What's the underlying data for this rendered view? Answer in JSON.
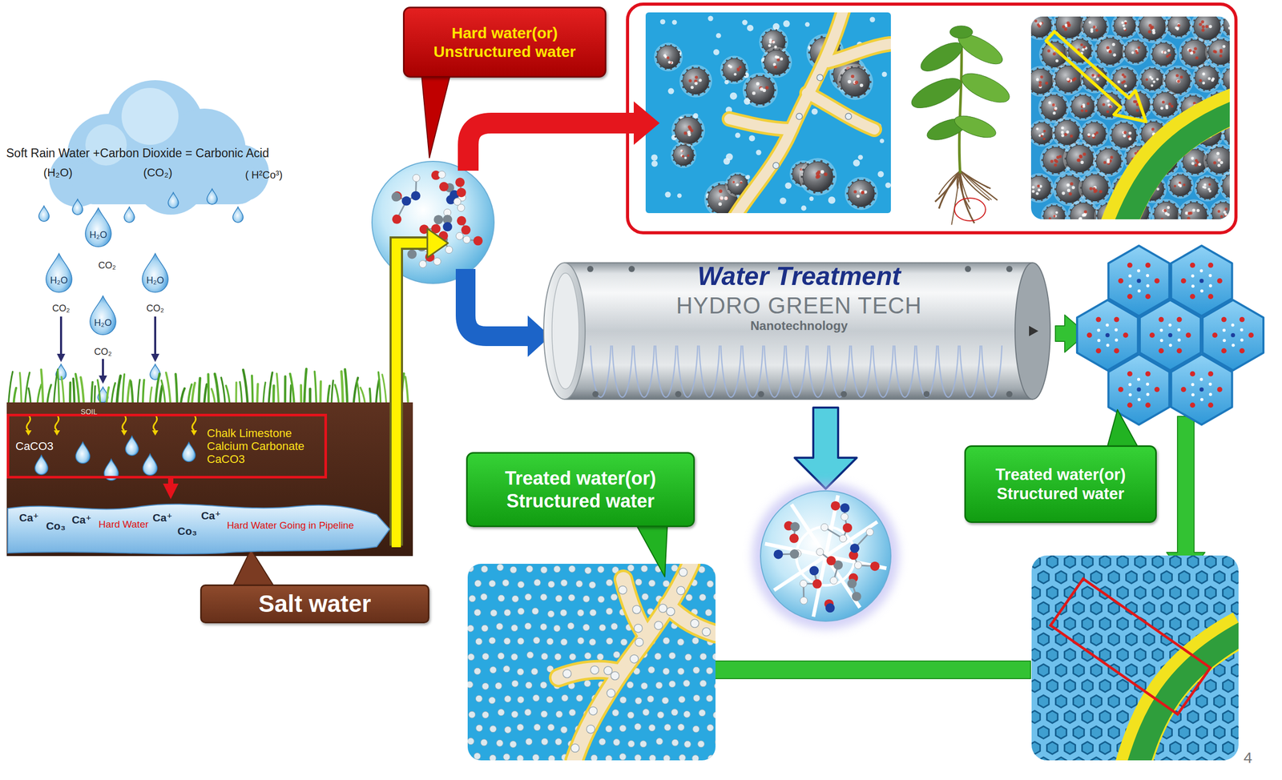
{
  "diagram": {
    "nodes": [
      {
        "text": [
          "Hard water(or) Unstructured water"
        ]
      },
      {
        "text": [
          "Water Treatment",
          "HYDRO GREEN TECH",
          "Nanotechnology"
        ]
      },
      {
        "text": [
          "CaCO3",
          "Chalk Limestone Calcium Carbonate CaCO3"
        ]
      },
      {
        "text": [
          "Treated water(or) Structured water"
        ]
      },
      {
        "text": [
          "Treated water(or) Structured water"
        ]
      },
      {
        "text": [
          "Ca⁺",
          "Co₃",
          "Ca⁺",
          "Hard Water",
          "Ca⁺",
          "Co₃",
          "Ca⁺",
          "Hard Water Going in Pipeline"
        ]
      },
      {
        "text": [
          "Salt water"
        ]
      }
    ],
    "edges": [
      {
        "from": 2,
        "to": 5,
        "arrow": "to"
      }
    ],
    "labels": [
      "Soft Rain Water +Carbon Dioxide = Carbonic Acid",
      "(H₂O)",
      "(CO₂)",
      "( H²Co³)",
      "H₂O",
      "CO₂",
      "H₂O",
      "H₂O",
      "CO₂",
      "CO₂",
      "H₂O",
      "CO₂",
      "SOIL",
      "4"
    ]
  }
}
